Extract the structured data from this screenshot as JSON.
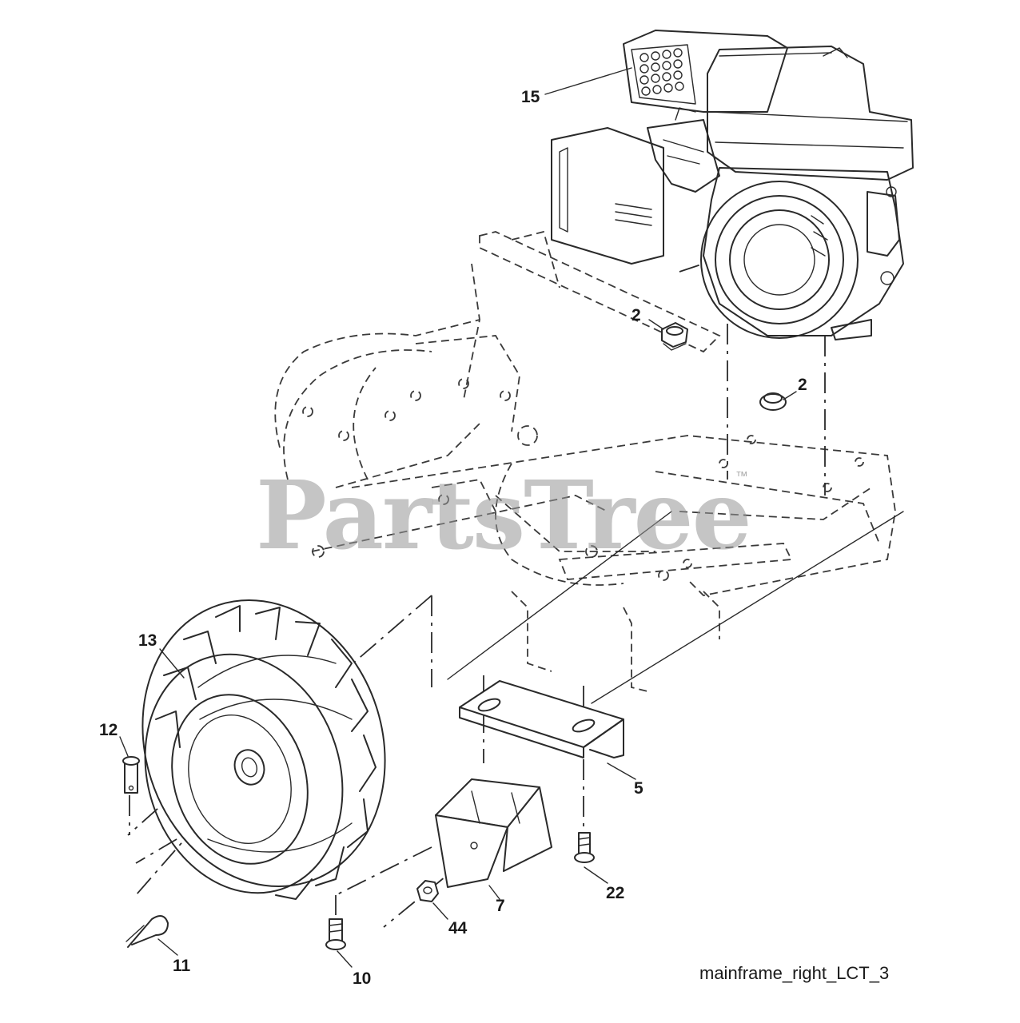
{
  "watermark": {
    "text": "PartsTree",
    "trademark": "™"
  },
  "caption": "mainframe_right_LCT_3",
  "callouts": [
    {
      "id": "15",
      "label": "15"
    },
    {
      "id": "2a",
      "label": "2"
    },
    {
      "id": "2b",
      "label": "2"
    },
    {
      "id": "13",
      "label": "13"
    },
    {
      "id": "12",
      "label": "12"
    },
    {
      "id": "5",
      "label": "5"
    },
    {
      "id": "22",
      "label": "22"
    },
    {
      "id": "7",
      "label": "7"
    },
    {
      "id": "44",
      "label": "44"
    },
    {
      "id": "11",
      "label": "11"
    },
    {
      "id": "10",
      "label": "10"
    }
  ],
  "parts": {
    "engine": "engine-assembly",
    "tine_shield": "tine-shield-phantom",
    "mainframe": "mainframe-phantom",
    "wheel": "wheel-tire",
    "bracket": "mounting-bracket",
    "weight": "front-weight-block",
    "hardware": [
      "flange-nut",
      "clevis-pin",
      "hair-pin-clip",
      "bolt",
      "screw",
      "lock-nut"
    ]
  }
}
